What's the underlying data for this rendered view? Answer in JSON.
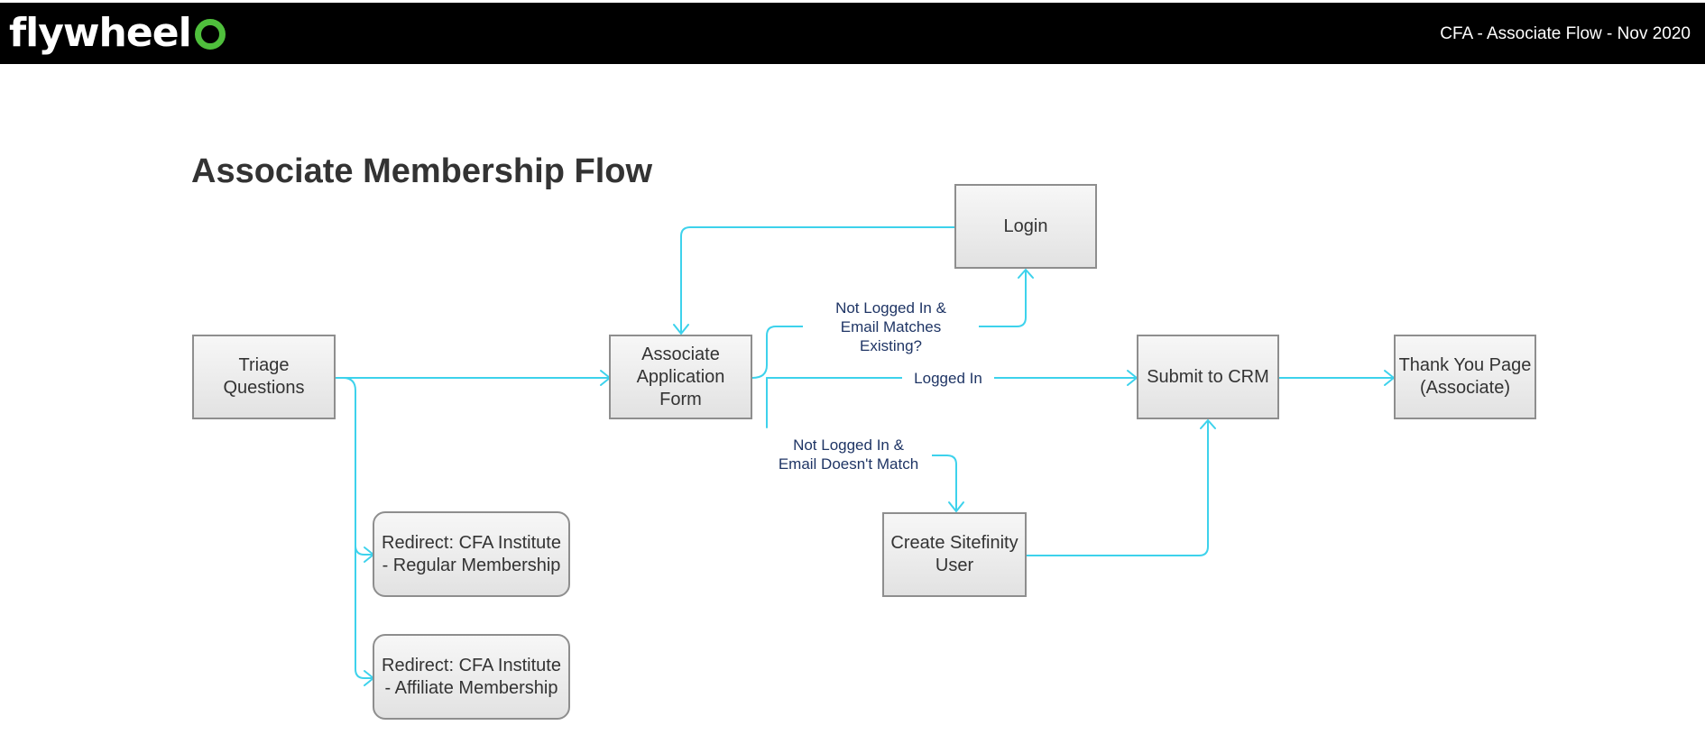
{
  "header": {
    "brand": "flywheel",
    "caption": "CFA - Associate Flow - Nov 2020",
    "brand_color": "#4fbf3c"
  },
  "diagram": {
    "title": "Associate Membership Flow",
    "connector_color": "#3dd2ec",
    "nodes": {
      "login": "Login",
      "triage": "Triage\nQuestions",
      "application": "Associate\nApplication\nForm",
      "submit_crm": "Submit to CRM",
      "thank_you": "Thank You Page\n(Associate)",
      "create_user": "Create Sitefinity\nUser",
      "redirect_regular": "Redirect: CFA Institute\n- Regular Membership",
      "redirect_affiliate": "Redirect: CFA Institute\n- Affiliate Membership"
    },
    "edge_labels": {
      "email_matches": "Not Logged In &\nEmail Matches\nExisting?",
      "logged_in": "Logged In",
      "email_no_match": "Not Logged In &\nEmail Doesn't Match"
    }
  }
}
